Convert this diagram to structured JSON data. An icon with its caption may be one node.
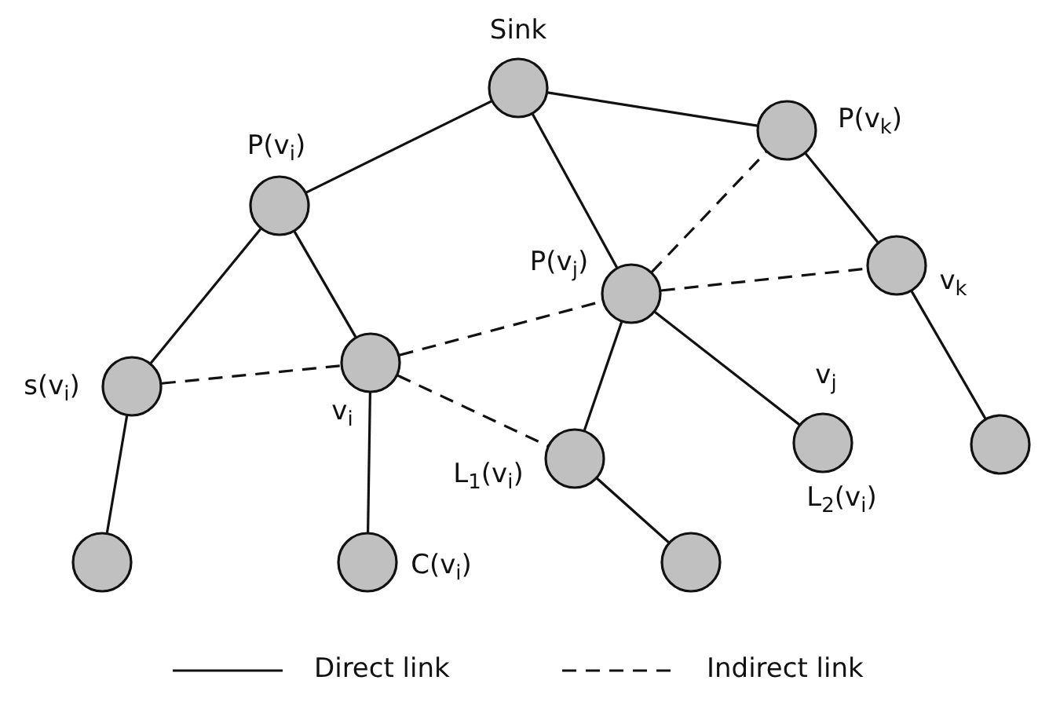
{
  "diagram": {
    "nodes": [
      {
        "text": [
          "Sink"
        ]
      },
      {
        "text": [
          "P(v$_{i}$)"
        ]
      },
      {
        "text": [
          "P(v$_{k}$)"
        ]
      },
      {
        "text": [
          "P(v$_{j}$)"
        ]
      },
      {
        "text": [
          "v$_{k}$"
        ]
      },
      {
        "text": [
          "s(v$_{i}$)"
        ]
      },
      {
        "text": [
          "v$_{i}$"
        ]
      },
      {
        "text": [
          "L$_{1}$(v$_{i}$)"
        ]
      },
      {
        "text": [
          "v$_{j}$",
          "L$_{2}$(v$_{i}$)"
        ]
      },
      {
        "text": [],
        "shape": "circle"
      },
      {
        "text": [],
        "shape": "circle"
      },
      {
        "text": [
          "C(v$_{i}$)"
        ]
      },
      {
        "text": [],
        "shape": "circle"
      }
    ],
    "edges": [
      {
        "from": 0,
        "to": 1,
        "arrow": "none"
      },
      {
        "from": 0,
        "to": 3,
        "arrow": "none"
      },
      {
        "from": 0,
        "to": 2,
        "arrow": "none"
      },
      {
        "from": 1,
        "to": 5,
        "arrow": "none"
      },
      {
        "from": 1,
        "to": 6,
        "arrow": "none"
      },
      {
        "from": 2,
        "to": 4,
        "arrow": "none"
      },
      {
        "from": 3,
        "to": 7,
        "arrow": "none"
      },
      {
        "from": 3,
        "to": 8,
        "arrow": "none"
      },
      {
        "from": 4,
        "to": 9,
        "arrow": "none"
      },
      {
        "from": 5,
        "to": 10,
        "arrow": "none"
      },
      {
        "from": 6,
        "to": 11,
        "arrow": "none"
      },
      {
        "from": 7,
        "to": 12,
        "arrow": "none"
      },
      {
        "from": 5,
        "to": 6,
        "arrow": "none",
        "style": "dashed"
      },
      {
        "from": 6,
        "to": 3,
        "arrow": "none",
        "style": "dashed"
      },
      {
        "from": 3,
        "to": 4,
        "arrow": "none",
        "style": "dashed"
      },
      {
        "from": 3,
        "to": 2,
        "arrow": "none",
        "style": "dashed"
      },
      {
        "from": 6,
        "to": 7,
        "arrow": "none",
        "style": "dashed"
      }
    ],
    "legend": [
      {
        "text": "Direct link"
      },
      {
        "text": "Indirect link"
      }
    ]
  }
}
